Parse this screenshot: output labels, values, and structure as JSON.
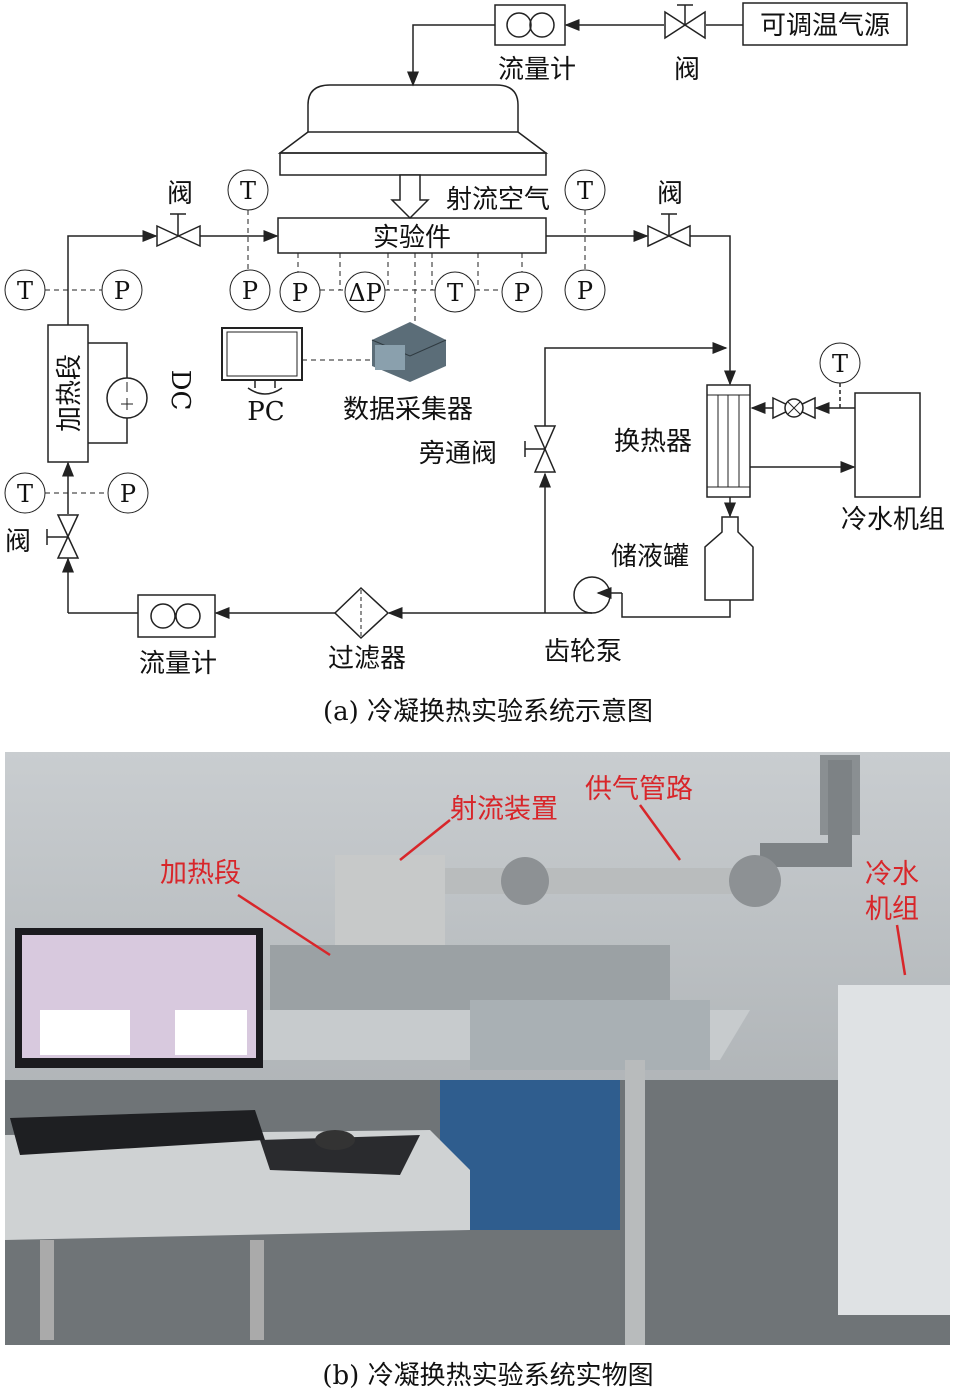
{
  "schematic": {
    "gas_source": "可调温气源",
    "gas_flowmeter": "流量计",
    "gas_valve": "阀",
    "jet_air": "射流空气",
    "test_section": "实验件",
    "inlet_valve": "阀",
    "outlet_valve": "阀",
    "sensors": {
      "T": "T",
      "P": "P",
      "dP": "ΔP"
    },
    "heating_section": "加热段",
    "dc": "DC",
    "heater_valve": "阀",
    "pc": "PC",
    "daq": "数据采集器",
    "bypass_valve": "旁通阀",
    "heat_exchanger": "换热器",
    "chiller": "冷水机组",
    "tank": "储液罐",
    "gear_pump": "齿轮泵",
    "filter": "过滤器",
    "liquid_flowmeter": "流量计",
    "caption": "(a) 冷凝换热实验系统示意图"
  },
  "photo": {
    "labels": {
      "jet_device": "射流装置",
      "gas_pipe": "供气管路",
      "heating_section": "加热段",
      "chiller_line1": "冷水",
      "chiller_line2": "机组"
    },
    "caption": "(b) 冷凝换热实验系统实物图"
  },
  "colors": {
    "label_red": "#d8262a",
    "line": "#222222"
  }
}
